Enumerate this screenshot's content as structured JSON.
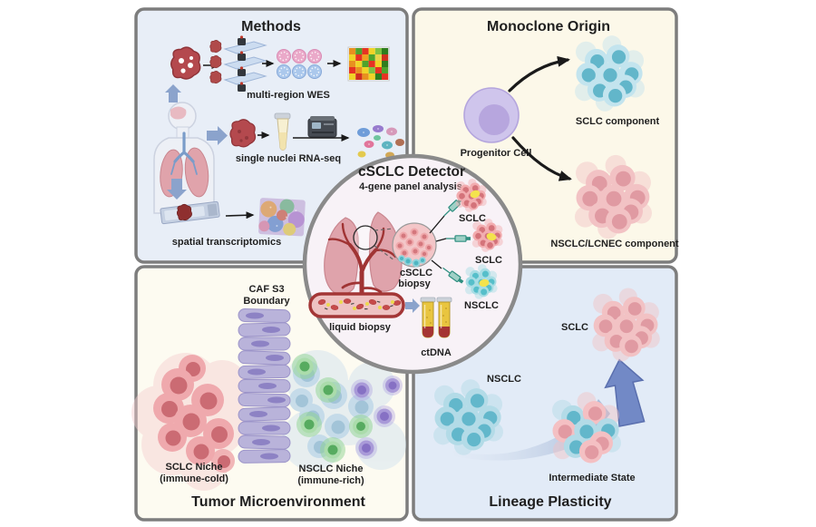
{
  "colors": {
    "panel_methods_bg": "#e8eef7",
    "panel_monoclone_bg": "#fcf8e9",
    "panel_tme_bg": "#fdfbf1",
    "panel_lineage_bg": "#e2ebf7",
    "panel_border": "#7d7d7d",
    "detector_bg": "#f8f2f7",
    "detector_border": "#8a8a8a",
    "sclc_pink": "#f2c1c4",
    "nsclc_blue": "#bcdde9",
    "progenitor_purple": "#cfc5ec",
    "caf_purple": "#b9b3da",
    "immune_green": "#6fbe77",
    "immune_purple": "#a99ad8",
    "block_arrow_blue": "#8ba3cc",
    "lineage_arrow_blue": "#7289c6",
    "tumor_red": "#b4494e",
    "vessel_red": "#a33636",
    "syringe_teal": "#2f8f80",
    "ctdna_yellow": "#e9c53f"
  },
  "figure": {
    "methods": {
      "title": "Methods",
      "label_wes": "multi-region WES",
      "label_rna": "single nuclei RNA-seq",
      "label_spatial": "spatial transcriptomics"
    },
    "monoclone": {
      "title": "Monoclone Origin",
      "label_progenitor": "Progenitor Cell",
      "label_sclc": "SCLC component",
      "label_nsclc": "NSCLC/LCNEC component"
    },
    "detector": {
      "title": "cSCLC Detector",
      "subtitle": "4-gene panel analysis",
      "label_sclc_top": "SCLC",
      "label_sclc_mid": "SCLC",
      "label_nsclc": "NSCLC",
      "label_biopsy_line1": "cSCLC",
      "label_biopsy_line2": "biopsy",
      "label_liquid": "liquid biopsy",
      "label_ctdna": "ctDNA"
    },
    "tme": {
      "title": "Tumor Microenvironment",
      "label_caf_line1": "CAF S3",
      "label_caf_line2": "Boundary",
      "label_sclc_line1": "SCLC Niche",
      "label_sclc_line2": "(immune-cold)",
      "label_nsclc_line1": "NSCLC Niche",
      "label_nsclc_line2": "(immune-rich)"
    },
    "lineage": {
      "title": "Lineage Plasticity",
      "label_sclc": "SCLC",
      "label_nsclc": "NSCLC",
      "label_intermediate": "Intermediate State"
    }
  }
}
